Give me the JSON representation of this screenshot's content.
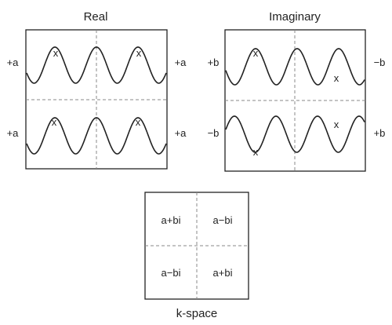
{
  "panels": {
    "real": {
      "title": "Real",
      "labels": {
        "top_left": "+a",
        "top_right": "+a",
        "bottom_left": "+a",
        "bottom_right": "+a"
      }
    },
    "imaginary": {
      "title": "Imaginary",
      "labels": {
        "top_left": "+b",
        "top_right": "−b",
        "bottom_left": "−b",
        "bottom_right": "+b"
      }
    }
  },
  "kspace": {
    "title": "k-space",
    "cells": {
      "top_left": "a+bi",
      "top_right": "a−bi",
      "bottom_left": "a−bi",
      "bottom_right": "a+bi"
    }
  },
  "marker_glyph": "x",
  "colors": {
    "line": "#222222",
    "dashed": "#888888"
  }
}
